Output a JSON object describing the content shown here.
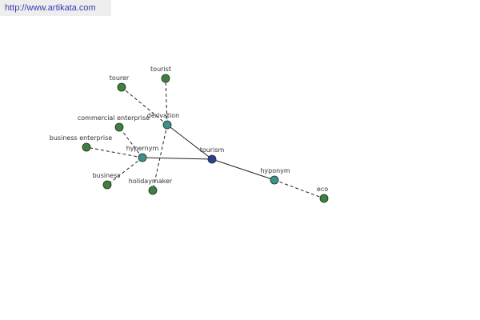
{
  "url": "http://www.artikata.com",
  "colors": {
    "center_node": "#2f3f8f",
    "relation_node": "#3f8f8f",
    "word_node": "#3f7f3f",
    "node_stroke": "#1f2f1f",
    "edge": "#222222"
  },
  "graph": {
    "nodes": [
      {
        "id": "tourism",
        "label": "tourism",
        "kind": "center"
      },
      {
        "id": "derivation",
        "label": "derivation",
        "kind": "relation"
      },
      {
        "id": "hypernym",
        "label": "hypernym",
        "kind": "relation"
      },
      {
        "id": "hyponym",
        "label": "hyponym",
        "kind": "relation"
      },
      {
        "id": "tourer",
        "label": "tourer",
        "kind": "word"
      },
      {
        "id": "tourist",
        "label": "tourist",
        "kind": "word"
      },
      {
        "id": "commercial_enterprise",
        "label": "commercial enterprise",
        "kind": "word"
      },
      {
        "id": "business_enterprise",
        "label": "business enterprise",
        "kind": "word"
      },
      {
        "id": "business",
        "label": "business",
        "kind": "word"
      },
      {
        "id": "holidaymaker",
        "label": "holidaymaker",
        "kind": "word"
      },
      {
        "id": "eco",
        "label": "eco",
        "kind": "word"
      }
    ],
    "edges": [
      {
        "from": "tourism",
        "to": "derivation",
        "style": "solid"
      },
      {
        "from": "tourism",
        "to": "hypernym",
        "style": "solid"
      },
      {
        "from": "tourism",
        "to": "hyponym",
        "style": "solid"
      },
      {
        "from": "derivation",
        "to": "tourer",
        "style": "dashed"
      },
      {
        "from": "derivation",
        "to": "tourist",
        "style": "dashed"
      },
      {
        "from": "hypernym",
        "to": "commercial_enterprise",
        "style": "dashed"
      },
      {
        "from": "hypernym",
        "to": "business_enterprise",
        "style": "dashed"
      },
      {
        "from": "hypernym",
        "to": "business",
        "style": "dashed"
      },
      {
        "from": "derivation",
        "to": "holidaymaker",
        "style": "dashed"
      },
      {
        "from": "hyponym",
        "to": "eco",
        "style": "dashed"
      }
    ]
  }
}
